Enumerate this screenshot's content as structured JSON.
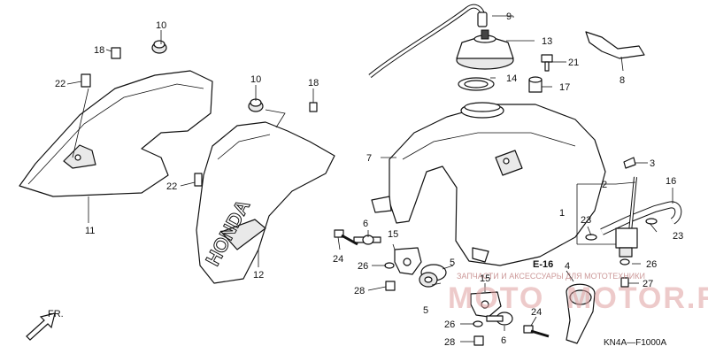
{
  "callouts": {
    "c1": "1",
    "c2": "2",
    "c3": "3",
    "c4": "4",
    "c5a": "5",
    "c5b": "5",
    "c6a": "6",
    "c6b": "6",
    "c7": "7",
    "c8": "8",
    "c9": "9",
    "c10a": "10",
    "c10b": "10",
    "c11": "11",
    "c12": "12",
    "c13": "13",
    "c14": "14",
    "c15a": "15",
    "c15b": "15",
    "c16": "16",
    "c17": "17",
    "c18a": "18",
    "c18b": "18",
    "c21": "21",
    "c22a": "22",
    "c22b": "22",
    "c23a": "23",
    "c23b": "23",
    "c24a": "24",
    "c24b": "24",
    "c26a": "26",
    "c26b": "26",
    "c26c": "26",
    "c27": "27",
    "c28a": "28",
    "c28b": "28"
  },
  "ref_label": "E-16",
  "front_arrow_label": "FR.",
  "diagram_code": "KN4A—F1000A",
  "shroud_logo": "HONDA",
  "watermark": {
    "main": "MOTOR.RU",
    "prefix": "MOTO",
    "sub": "ЗАПЧАСТИ И АКСЕССУАРЫ ДЛЯ МОТОТЕХНИКИ"
  },
  "colors": {
    "line": "#111111",
    "watermark": "#e0a0a0"
  }
}
